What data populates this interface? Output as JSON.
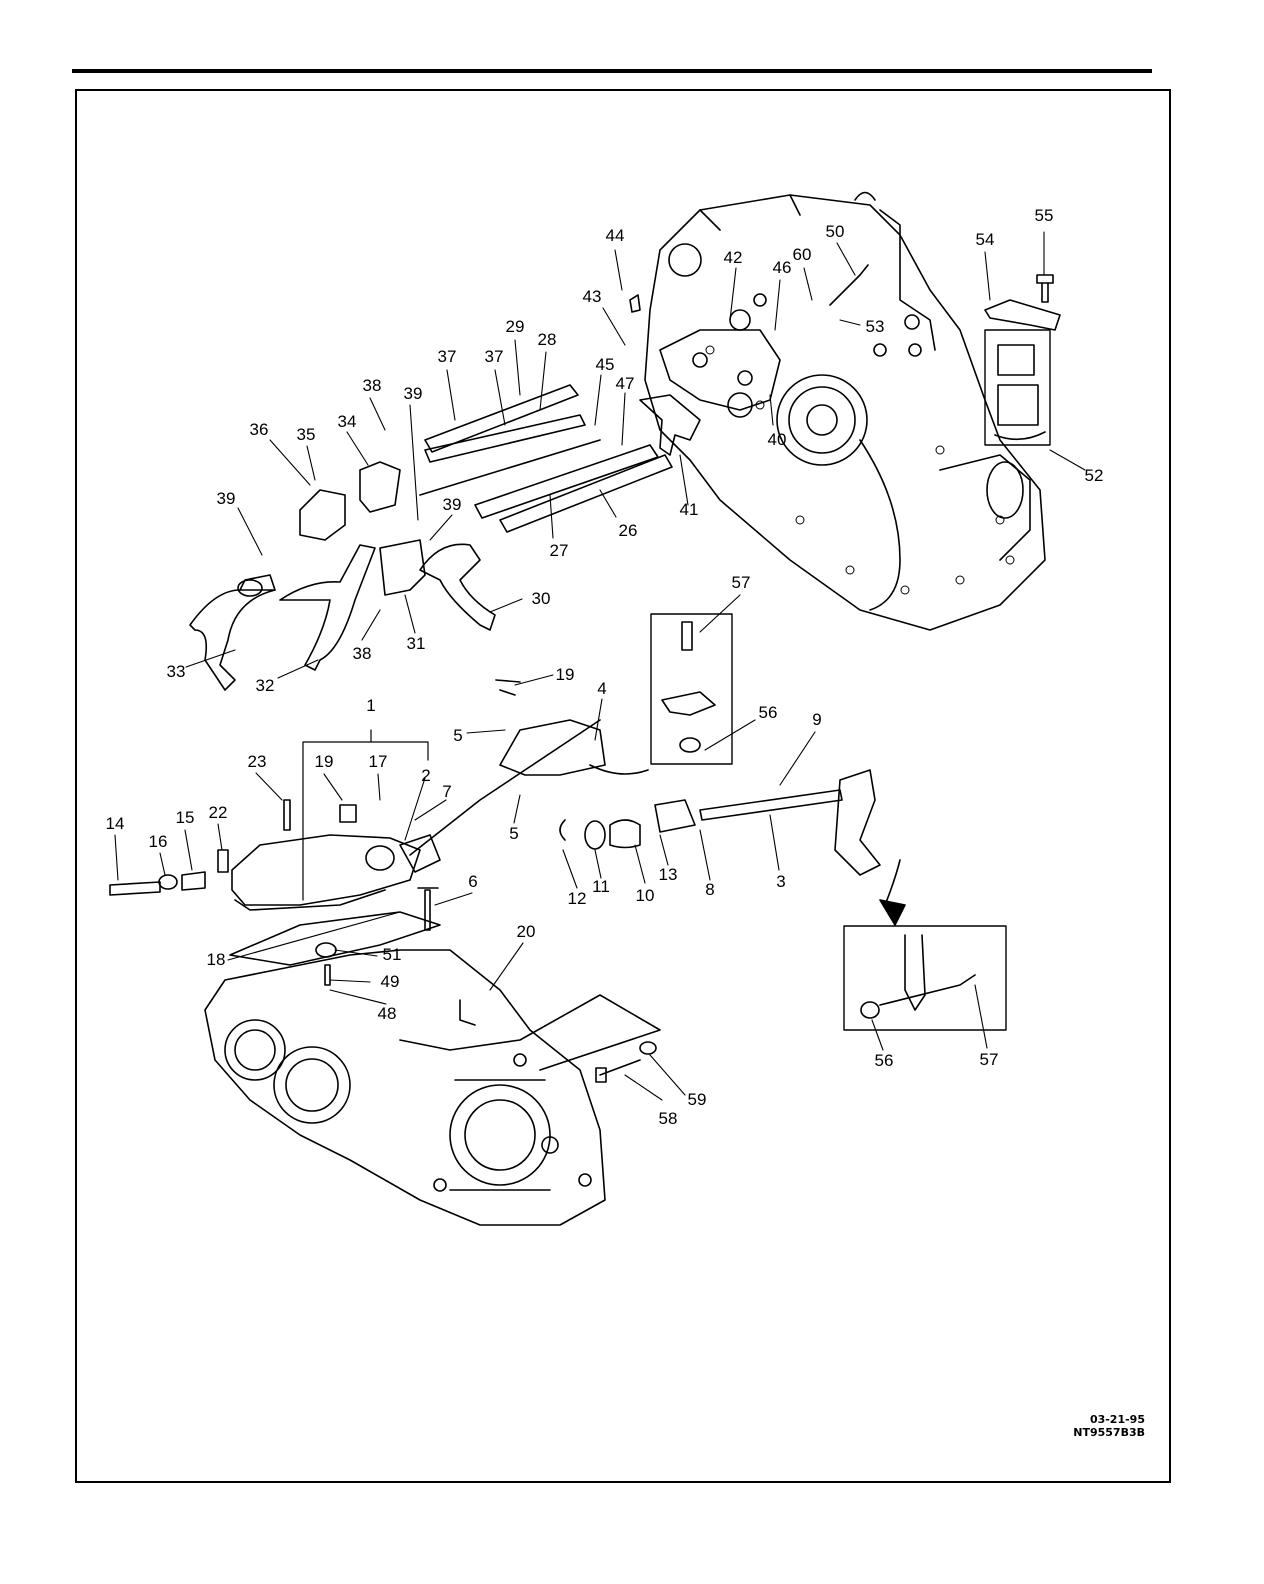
{
  "figure": {
    "stamp_date": "03-21-95",
    "stamp_code": "NT9557B3B"
  },
  "callouts": [
    {
      "id": "c44",
      "text": "44"
    },
    {
      "id": "c43",
      "text": "43"
    },
    {
      "id": "c42",
      "text": "42"
    },
    {
      "id": "c46",
      "text": "46"
    },
    {
      "id": "c60",
      "text": "60"
    },
    {
      "id": "c50",
      "text": "50"
    },
    {
      "id": "c55",
      "text": "55"
    },
    {
      "id": "c54",
      "text": "54"
    },
    {
      "id": "c53",
      "text": "53"
    },
    {
      "id": "c52",
      "text": "52"
    },
    {
      "id": "c40",
      "text": "40"
    },
    {
      "id": "c41",
      "text": "41"
    },
    {
      "id": "c45",
      "text": "45"
    },
    {
      "id": "c47",
      "text": "47"
    },
    {
      "id": "c29",
      "text": "29"
    },
    {
      "id": "c28",
      "text": "28"
    },
    {
      "id": "c37a",
      "text": "37"
    },
    {
      "id": "c37b",
      "text": "37"
    },
    {
      "id": "c38a",
      "text": "38"
    },
    {
      "id": "c39a",
      "text": "39"
    },
    {
      "id": "c36",
      "text": "36"
    },
    {
      "id": "c35",
      "text": "35"
    },
    {
      "id": "c34",
      "text": "34"
    },
    {
      "id": "c39b",
      "text": "39"
    },
    {
      "id": "c39c",
      "text": "39"
    },
    {
      "id": "c27",
      "text": "27"
    },
    {
      "id": "c26",
      "text": "26"
    },
    {
      "id": "c30",
      "text": "30"
    },
    {
      "id": "c31",
      "text": "31"
    },
    {
      "id": "c38b",
      "text": "38"
    },
    {
      "id": "c32",
      "text": "32"
    },
    {
      "id": "c33",
      "text": "33"
    },
    {
      "id": "c57a",
      "text": "57"
    },
    {
      "id": "c56a",
      "text": "56"
    },
    {
      "id": "c19a",
      "text": "19"
    },
    {
      "id": "c4",
      "text": "4"
    },
    {
      "id": "c5a",
      "text": "5"
    },
    {
      "id": "c5b",
      "text": "5"
    },
    {
      "id": "c9",
      "text": "9"
    },
    {
      "id": "c1",
      "text": "1"
    },
    {
      "id": "c23",
      "text": "23"
    },
    {
      "id": "c19b",
      "text": "19"
    },
    {
      "id": "c17",
      "text": "17"
    },
    {
      "id": "c2",
      "text": "2"
    },
    {
      "id": "c7",
      "text": "7"
    },
    {
      "id": "c14",
      "text": "14"
    },
    {
      "id": "c15",
      "text": "15"
    },
    {
      "id": "c22",
      "text": "22"
    },
    {
      "id": "c16",
      "text": "16"
    },
    {
      "id": "c12",
      "text": "12"
    },
    {
      "id": "c11",
      "text": "11"
    },
    {
      "id": "c10",
      "text": "10"
    },
    {
      "id": "c13",
      "text": "13"
    },
    {
      "id": "c8",
      "text": "8"
    },
    {
      "id": "c3",
      "text": "3"
    },
    {
      "id": "c6",
      "text": "6"
    },
    {
      "id": "c20",
      "text": "20"
    },
    {
      "id": "c18",
      "text": "18"
    },
    {
      "id": "c51",
      "text": "51"
    },
    {
      "id": "c49",
      "text": "49"
    },
    {
      "id": "c48",
      "text": "48"
    },
    {
      "id": "c58",
      "text": "58"
    },
    {
      "id": "c59",
      "text": "59"
    },
    {
      "id": "c56b",
      "text": "56"
    },
    {
      "id": "c57b",
      "text": "57"
    }
  ]
}
